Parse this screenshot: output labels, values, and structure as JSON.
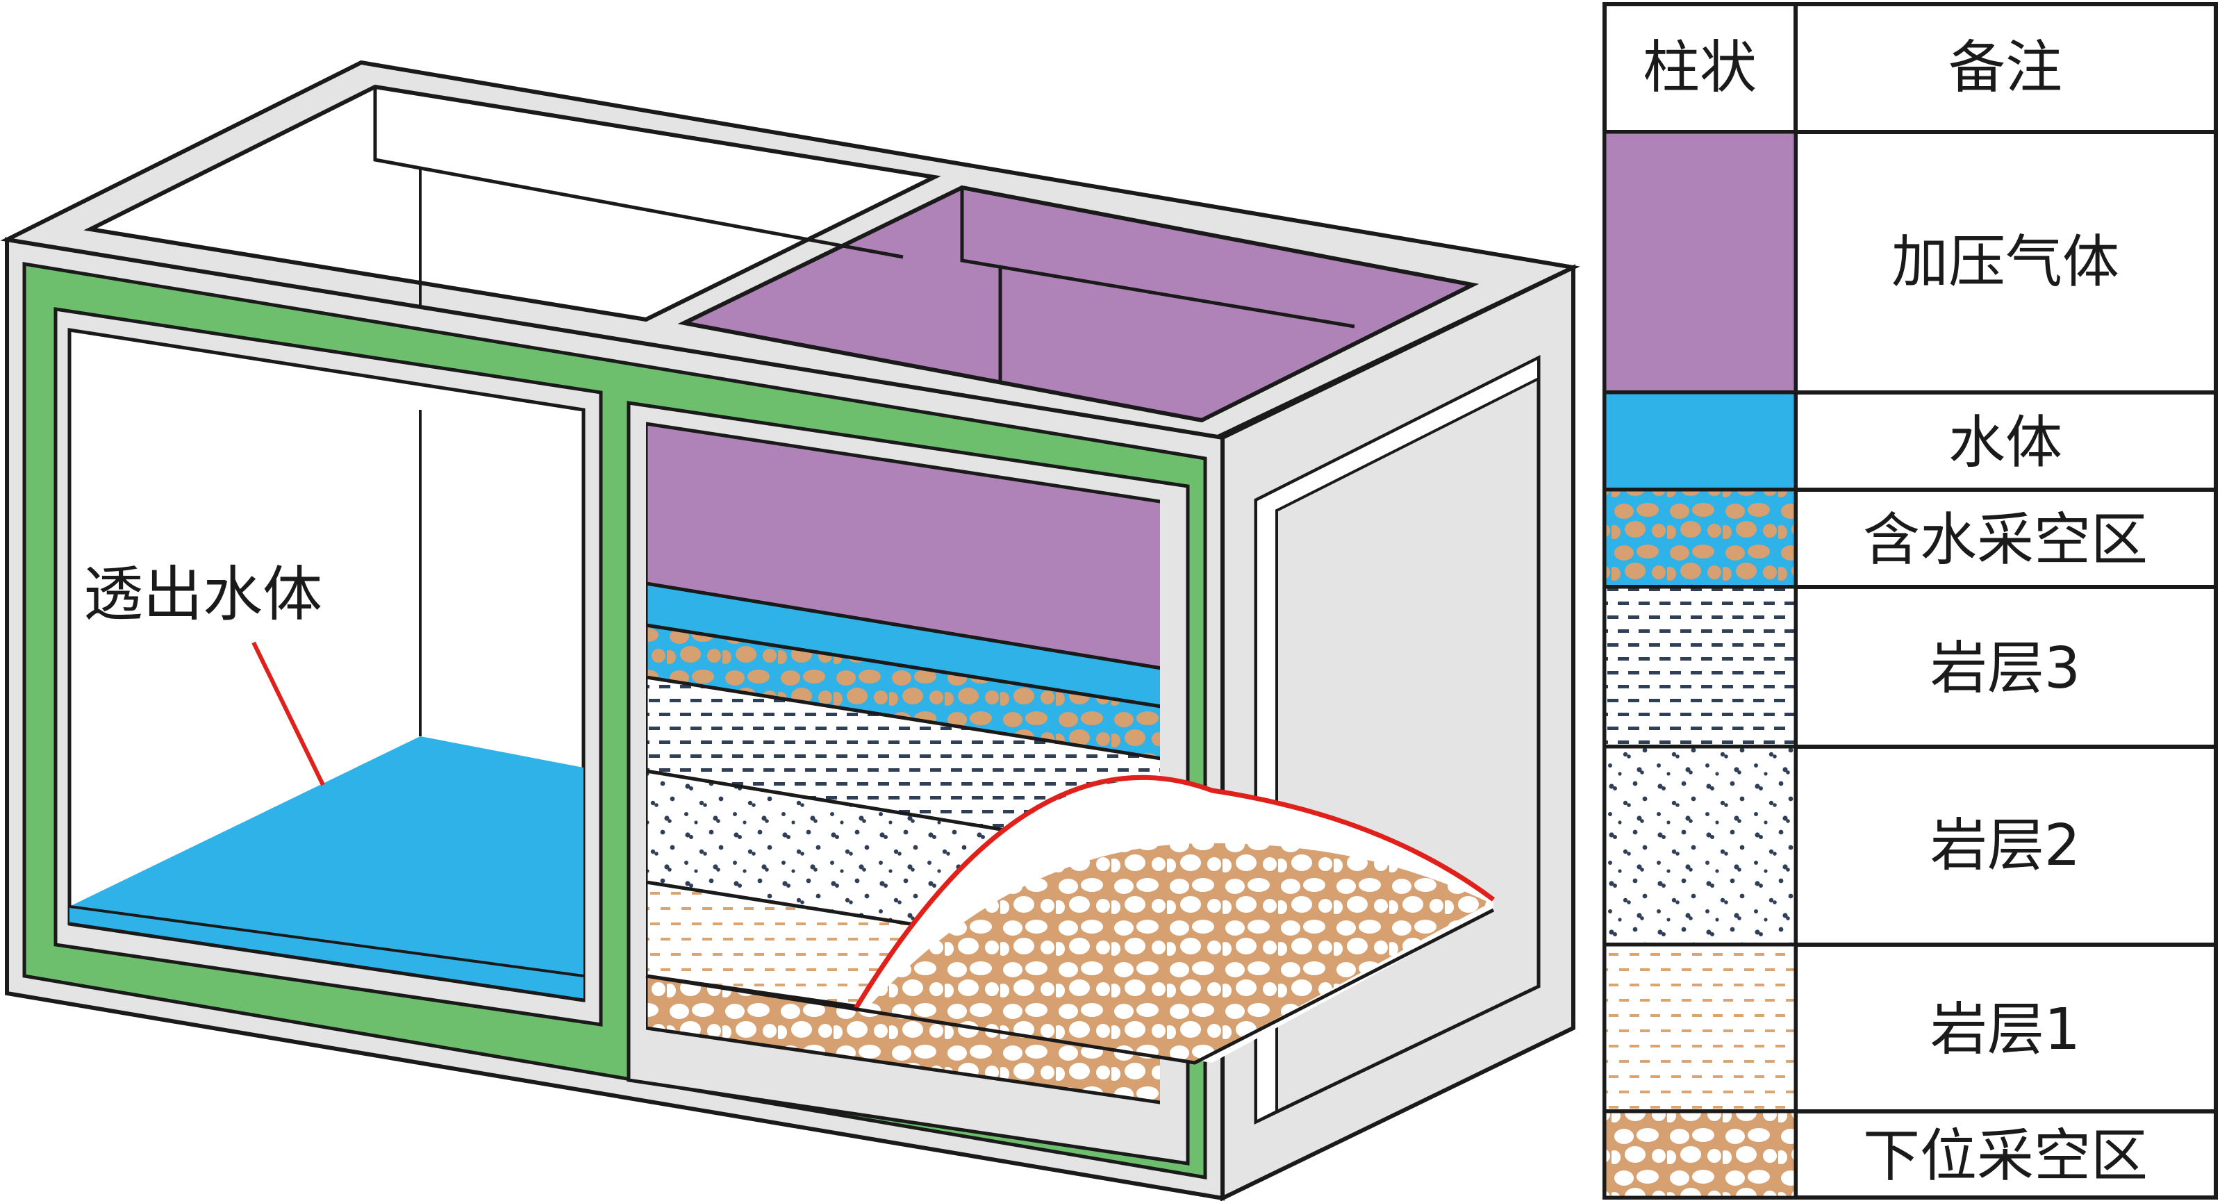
{
  "diagram": {
    "callout": "透出水体"
  },
  "legend": {
    "header_column": "柱状",
    "header_note": "备注",
    "rows": [
      {
        "label": "加压气体",
        "pattern": "gas"
      },
      {
        "label": "水体",
        "pattern": "water"
      },
      {
        "label": "含水采空区",
        "pattern": "water-goaf"
      },
      {
        "label": "岩层3",
        "pattern": "rock3"
      },
      {
        "label": "岩层2",
        "pattern": "rock2"
      },
      {
        "label": "岩层1",
        "pattern": "rock1"
      },
      {
        "label": "下位采空区",
        "pattern": "goaf"
      }
    ]
  },
  "colors": {
    "gas": "#b083b8",
    "water": "#2eb2e8",
    "frame_green": "#6dbf6d",
    "frame_grey": "#e4e4e4",
    "goaf_tan": "#d6a070",
    "rock1_tan": "#dca470",
    "rock_dark": "#2f3f57",
    "outline": "#1a1a1a",
    "callout_line": "#e0201a"
  }
}
